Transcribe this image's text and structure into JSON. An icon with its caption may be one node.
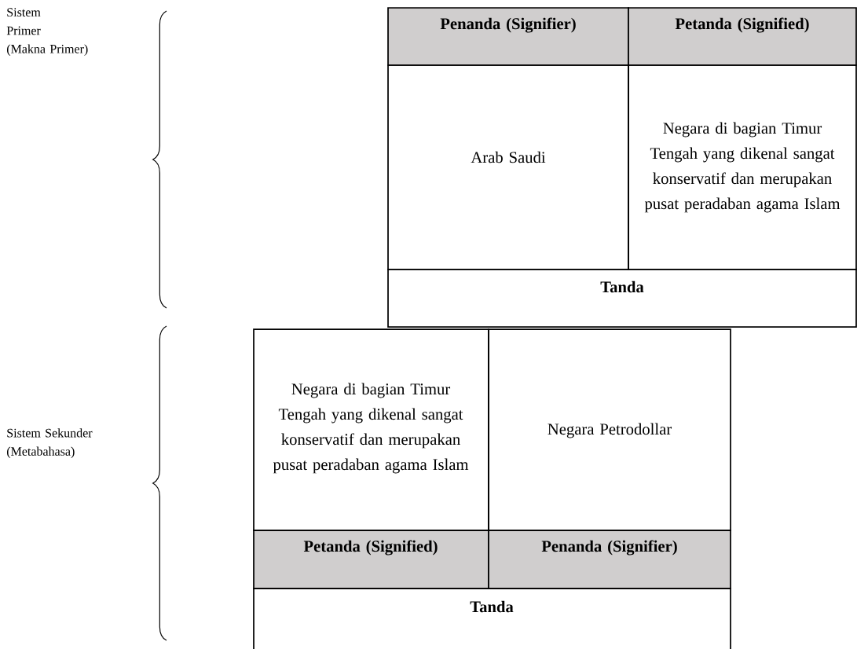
{
  "diagram": {
    "nodes": [
      {
        "text": [
          "Penanda (Signifier)"
        ]
      },
      {
        "text": [
          "Petanda (Signified)"
        ]
      },
      {
        "text": [
          "Arab Saudi"
        ]
      },
      {
        "text": [
          "Negara di bagian Timur Tengah yang dikenal sangat konservatif dan merupakan pusat peradaban agama Islam"
        ]
      },
      {
        "text": [
          "Tanda"
        ]
      },
      {
        "text": [
          "Negara di bagian Timur Tengah yang dikenal sangat konservatif dan merupakan pusat peradaban agama Islam"
        ]
      },
      {
        "text": [
          "Negara Petrodollar"
        ]
      },
      {
        "text": [
          "Petanda (Signified)"
        ]
      },
      {
        "text": [
          "Penanda (Signifier)"
        ]
      },
      {
        "text": [
          "Tanda"
        ]
      }
    ],
    "labels": [
      "Sistem Primer (Makna Primer)",
      "Sistem Sekunder (Metabahasa)"
    ]
  }
}
